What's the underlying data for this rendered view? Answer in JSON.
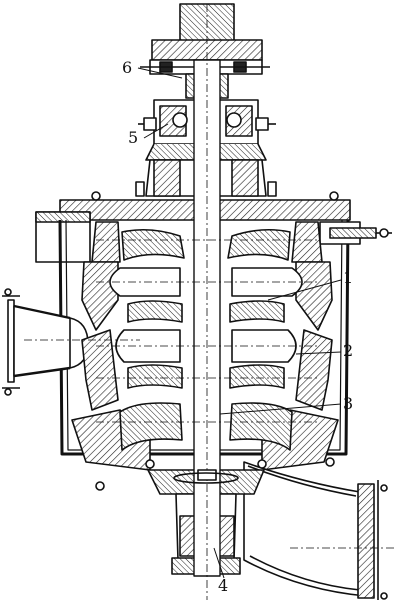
{
  "figure": {
    "callouts": [
      {
        "id": "c6",
        "label": "6"
      },
      {
        "id": "c5",
        "label": "5"
      },
      {
        "id": "c1",
        "label": "1"
      },
      {
        "id": "c2",
        "label": "2"
      },
      {
        "id": "c3",
        "label": "3"
      },
      {
        "id": "c4",
        "label": "4"
      }
    ]
  }
}
